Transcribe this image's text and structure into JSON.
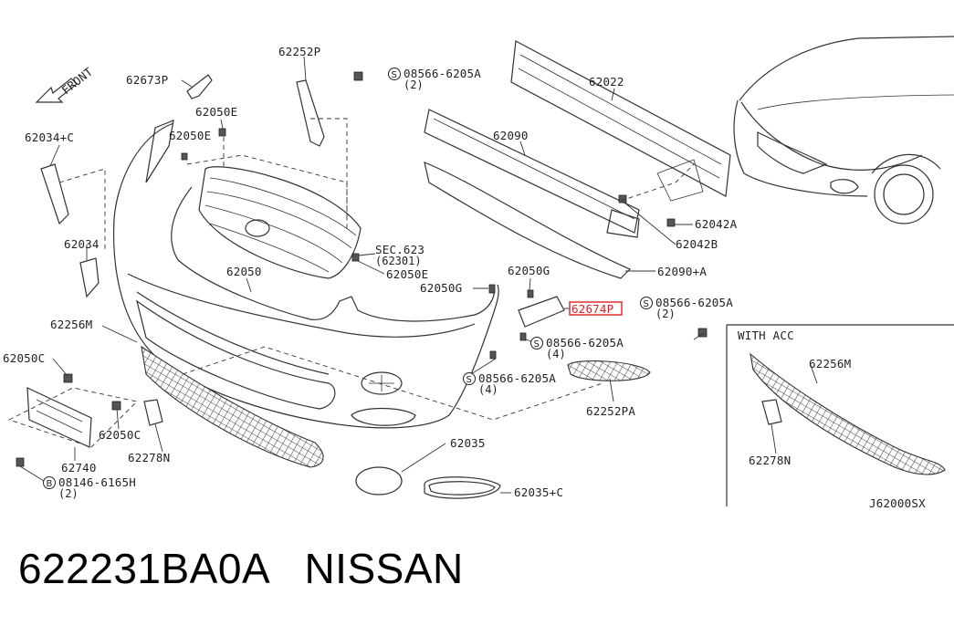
{
  "diagram": {
    "front_label": "FRONT",
    "diagram_code": "J62000SX",
    "inset_title": "WITH ACC",
    "labels": {
      "p62673P": "62673P",
      "p62252P": "62252P",
      "bolt1": "08566-6205A",
      "bolt1_qty": "(2)",
      "p62022": "62022",
      "p62050E_a": "62050E",
      "p62050E_b": "62050E",
      "p62034C": "62034+C",
      "p62090": "62090",
      "p62034": "62034",
      "p62042A": "62042A",
      "p62042B": "62042B",
      "sec623": "SEC.623",
      "sec623_sub": "(62301)",
      "p62050": "62050",
      "p62050E_c": "62050E",
      "p62090A": "62090+A",
      "p62050G_a": "62050G",
      "p62050G_b": "62050G",
      "p62674P": "62674P",
      "bolt2": "08566-6205A",
      "bolt2_qty": "(2)",
      "p62256M": "62256M",
      "bolt3": "08566-6205A",
      "bolt3_qty": "(4)",
      "p62050C_a": "62050C",
      "bolt4": "08566-6205A",
      "bolt4_qty": "(4)",
      "p62252PA": "62252PA",
      "p62050C_b": "62050C",
      "p62278N": "62278N",
      "p62035": "62035",
      "p62740": "62740",
      "bolt5": "08146-6165H",
      "bolt5_qty": "(2)",
      "p62035C": "62035+C",
      "inset_62256M": "62256M",
      "inset_62278N": "62278N"
    },
    "symbols": {
      "s": "S",
      "b": "B"
    },
    "highlight_color": "#e02020"
  },
  "caption": {
    "part_number": "622231BA0A",
    "brand": "NISSAN"
  }
}
